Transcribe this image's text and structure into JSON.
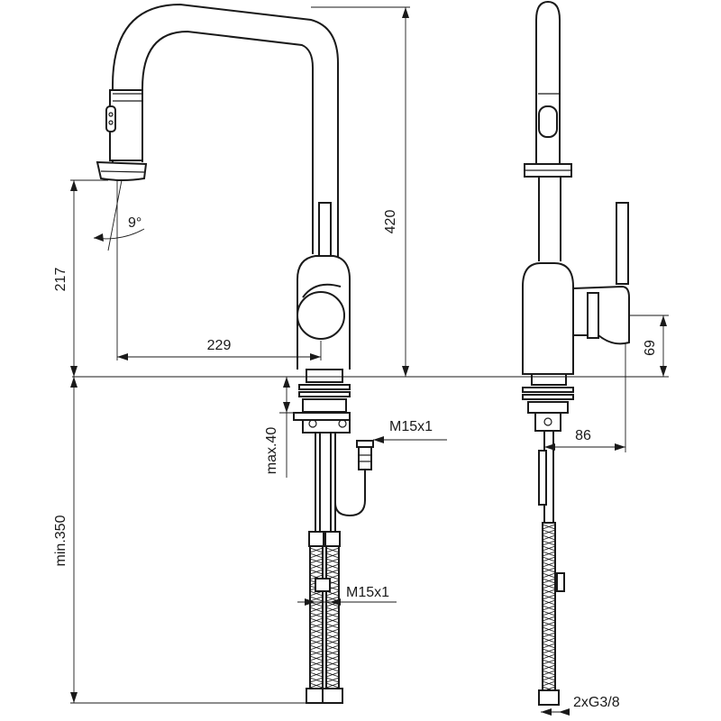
{
  "dimensions": {
    "height_total": "420",
    "spout_height": "217",
    "reach": "229",
    "spray_angle": "9°",
    "max_countertop": "max.40",
    "min_below": "min.350",
    "connection_upper": "M15x1",
    "connection_lower": "M15x1",
    "lever_height": "69",
    "side_projection": "86",
    "supply_thread": "2xG3/8"
  }
}
